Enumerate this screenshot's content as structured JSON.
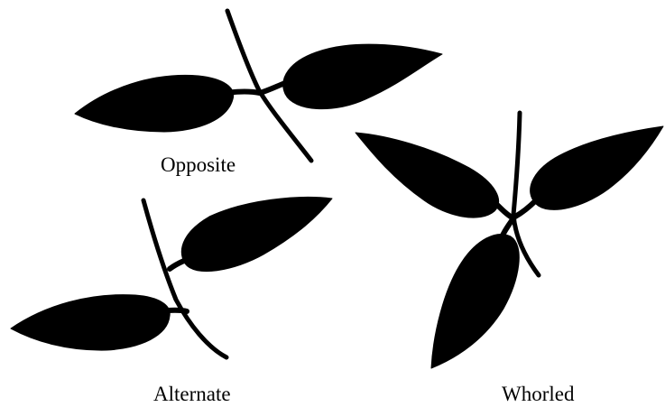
{
  "labels": {
    "opposite": "Opposite",
    "alternate": "Alternate",
    "whorled": "Whorled"
  },
  "colors": {
    "ink": "#000000",
    "background": "#ffffff"
  }
}
